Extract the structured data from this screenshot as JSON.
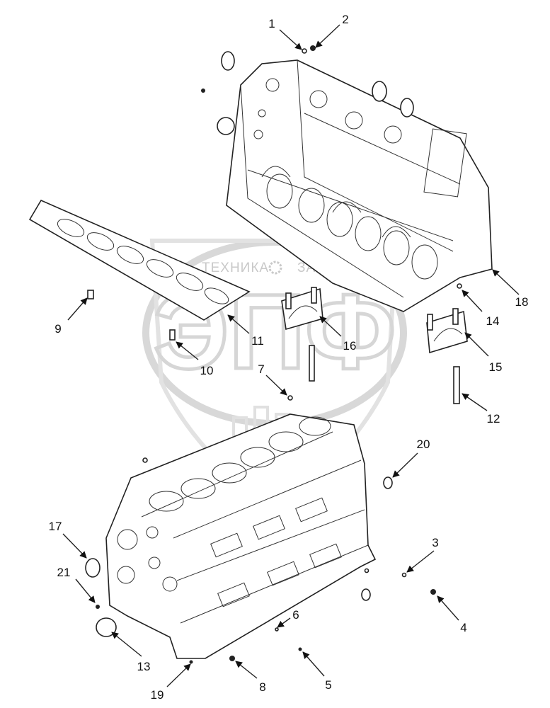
{
  "watermark": {
    "left_text": "ТЕХНИКА",
    "right_text": "ЗАПЧАСТИ",
    "logo_text": "ЭПФ"
  },
  "callouts": [
    "1",
    "2",
    "3",
    "4",
    "5",
    "6",
    "7",
    "8",
    "9",
    "10",
    "11",
    "12",
    "13",
    "14",
    "15",
    "16",
    "17",
    "18",
    "19",
    "20",
    "21"
  ],
  "colors": {
    "line": "#222222",
    "watermark": "#cccccc",
    "background": "#ffffff"
  }
}
